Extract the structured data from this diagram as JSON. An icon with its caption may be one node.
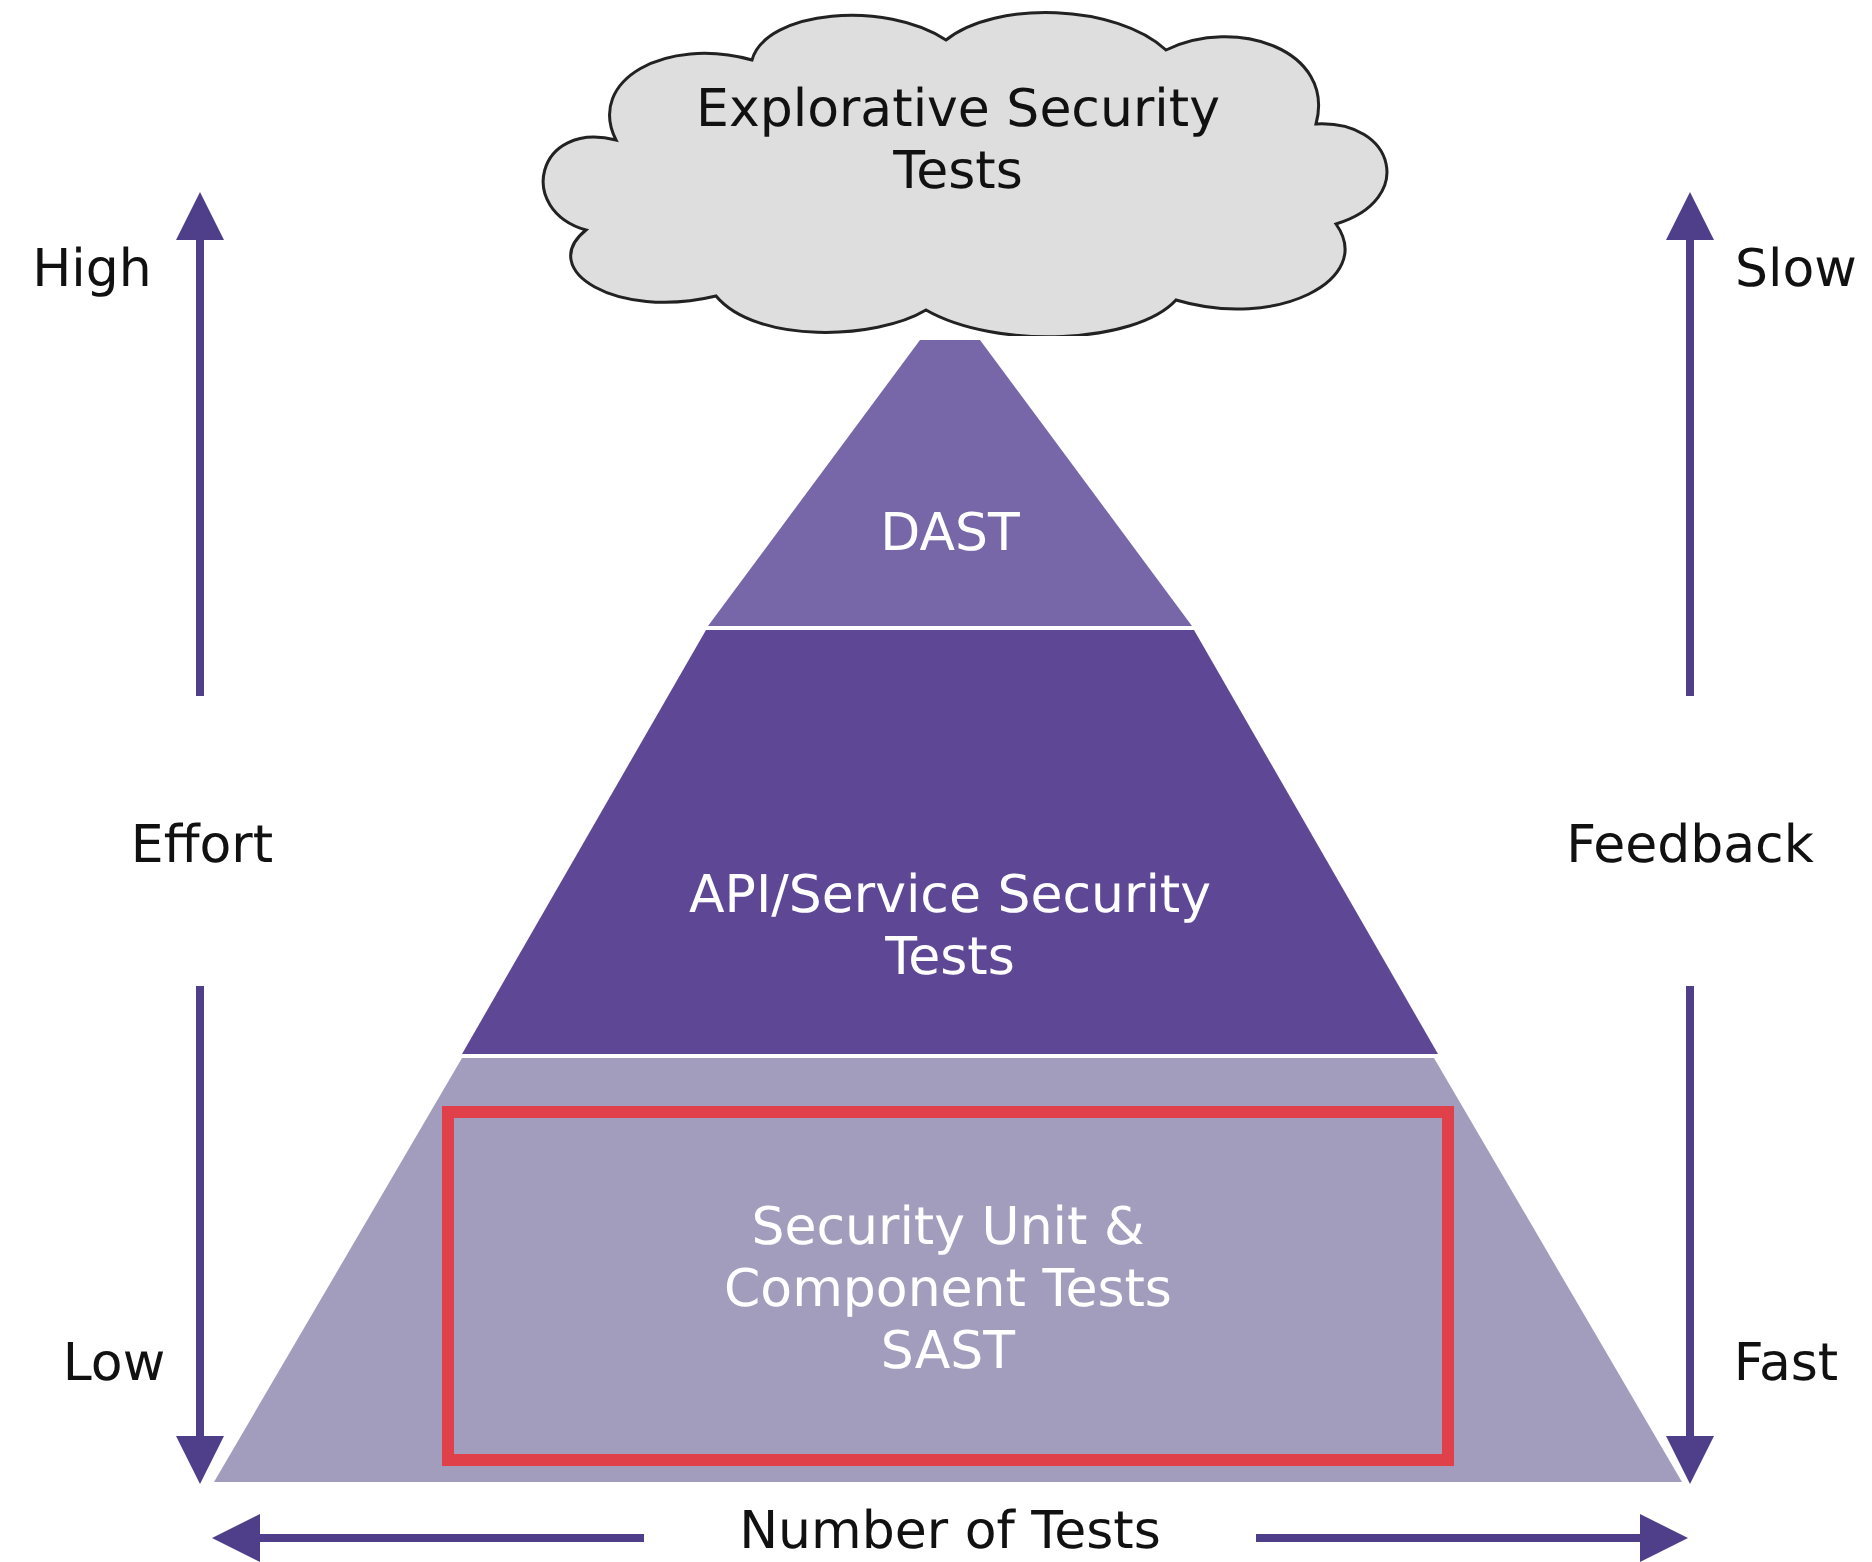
{
  "diagram": {
    "nodes": [
      {
        "text": [
          "Explorative Security Tests"
        ]
      },
      {
        "text": [
          "DAST"
        ]
      },
      {
        "text": [
          "API/Service Security Tests"
        ]
      },
      {
        "text": [],
        "shape": "trapezoid"
      },
      {
        "text": [
          "Security Unit & Component Tests",
          "SAST"
        ],
        "in": 3
      }
    ],
    "edges": [],
    "labels": [
      "High",
      "Slow",
      "Effort",
      "Feedback",
      "Low",
      "Fast",
      "Number of Tests"
    ]
  }
}
